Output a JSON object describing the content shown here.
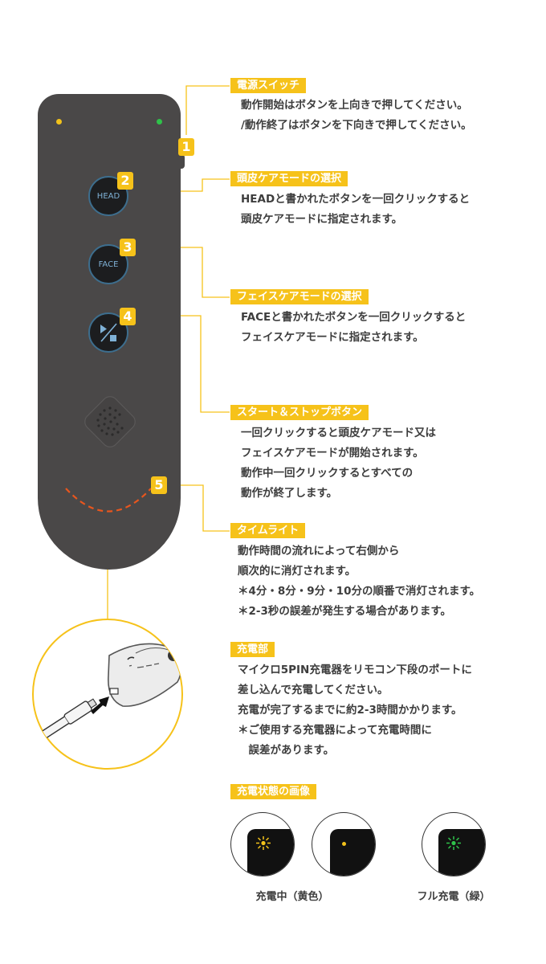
{
  "sections": [
    {
      "badge": "1",
      "title": "電源スイッチ",
      "lines": [
        "動作開始はボタンを上向きで押してください。",
        "/動作終了はボタンを下向きで押してください。"
      ]
    },
    {
      "badge": "2",
      "title": "頭皮ケアモードの選択",
      "lines": [
        "HEADと書かれたボタンを一回クリックすると",
        "頭皮ケアモードに指定されます。"
      ]
    },
    {
      "badge": "3",
      "title": "フェイスケアモードの選択",
      "lines": [
        "FACEと書かれたボタンを一回クリックすると",
        "フェイスケアモードに指定されます。"
      ]
    },
    {
      "badge": "4",
      "title": "スタート＆ストップボタン",
      "lines": [
        "一回クリックすると頭皮ケアモード又は",
        "フェイスケアモードが開始されます。",
        "動作中一回クリックするとすべての",
        "動作が終了します。"
      ]
    },
    {
      "badge": "5",
      "title": "タイムライト",
      "lines": [
        "動作時間の流れによって右側から",
        "順次的に消灯されます。",
        "＊4分・8分・9分・10分の順番で消灯されます。",
        "＊2-3秒の誤差が発生する場合があります。"
      ]
    }
  ],
  "charging": {
    "title": "充電部",
    "lines": [
      "マイクロ5PIN充電器をリモコン下段のポートに",
      "差し込んで充電してください。",
      "充電が完了するまでに約2-3時間かかります。",
      "＊ご使用する充電器によって充電時間に",
      "　誤差があります。"
    ]
  },
  "status": {
    "title": "充電状態の画像",
    "charging_caption": "充電中（黄色）",
    "full_caption": "フル充電（緑）"
  },
  "device": {
    "head_label": "HEAD",
    "face_label": "FACE"
  },
  "colors": {
    "accent": "#f6c21a",
    "device_body": "#4a4848",
    "button_ring": "#3d6e8e",
    "time_light": "#e8561e",
    "led_yellow": "#f2c21b",
    "led_green": "#2fc24a"
  }
}
